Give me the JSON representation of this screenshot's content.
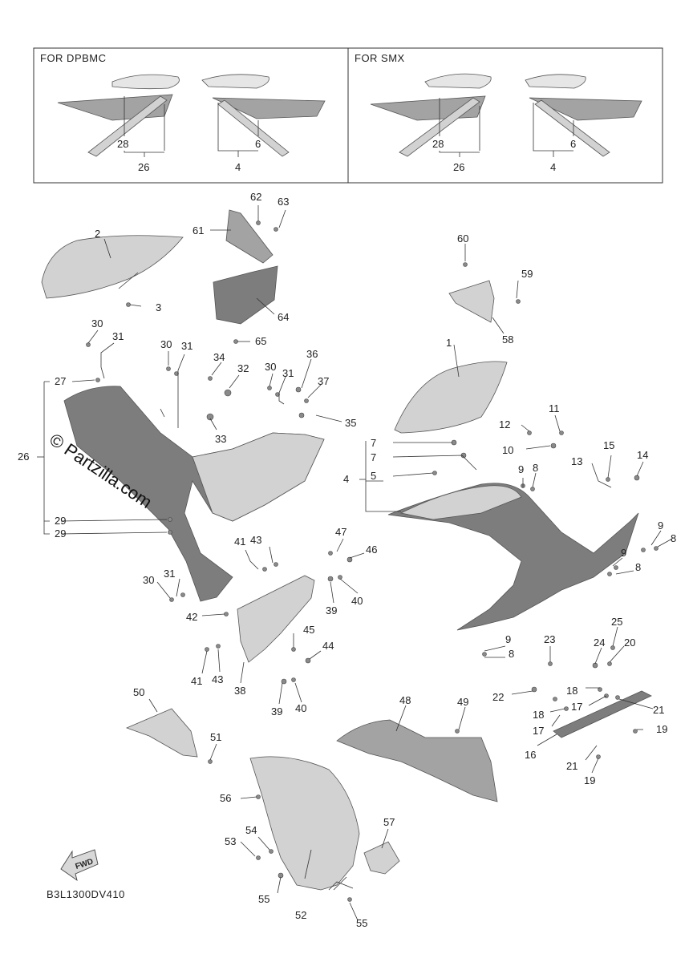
{
  "inset": {
    "left_label": "FOR DPBMC",
    "right_label": "FOR SMX",
    "left_callouts": [
      "28",
      "26",
      "6",
      "4"
    ],
    "right_callouts": [
      "28",
      "26",
      "6",
      "4"
    ]
  },
  "callouts": {
    "c1": "1",
    "c2": "2",
    "c3": "3",
    "c4": "4",
    "c5": "5",
    "c7a": "7",
    "c7b": "7",
    "c8a": "8",
    "c8b": "8",
    "c8c": "8",
    "c8d": "8",
    "c9a": "9",
    "c9b": "9",
    "c9c": "9",
    "c9d": "9",
    "c10": "10",
    "c11": "11",
    "c12": "12",
    "c13": "13",
    "c14": "14",
    "c15": "15",
    "c16": "16",
    "c17a": "17",
    "c17b": "17",
    "c18a": "18",
    "c18b": "18",
    "c19a": "19",
    "c19b": "19",
    "c20": "20",
    "c21a": "21",
    "c21b": "21",
    "c22": "22",
    "c23": "23",
    "c24": "24",
    "c25": "25",
    "c26": "26",
    "c27": "27",
    "c29a": "29",
    "c29b": "29",
    "c30a": "30",
    "c30b": "30",
    "c30c": "30",
    "c30d": "30",
    "c31a": "31",
    "c31b": "31",
    "c31c": "31",
    "c31d": "31",
    "c32": "32",
    "c33": "33",
    "c34": "34",
    "c35": "35",
    "c36": "36",
    "c37": "37",
    "c38": "38",
    "c39a": "39",
    "c39b": "39",
    "c40a": "40",
    "c40b": "40",
    "c41a": "41",
    "c41b": "41",
    "c42": "42",
    "c43a": "43",
    "c43b": "43",
    "c44": "44",
    "c45": "45",
    "c46": "46",
    "c47": "47",
    "c48": "48",
    "c49": "49",
    "c50": "50",
    "c51": "51",
    "c52": "52",
    "c53": "53",
    "c54": "54",
    "c55a": "55",
    "c55b": "55",
    "c56": "56",
    "c57": "57",
    "c58": "58",
    "c59": "59",
    "c60": "60",
    "c61": "61",
    "c62": "62",
    "c63": "63",
    "c64": "64",
    "c65": "65"
  },
  "watermark": "© Partzilla.com",
  "fwd_label": "FWD",
  "diagram_code": "B3L1300DV410"
}
